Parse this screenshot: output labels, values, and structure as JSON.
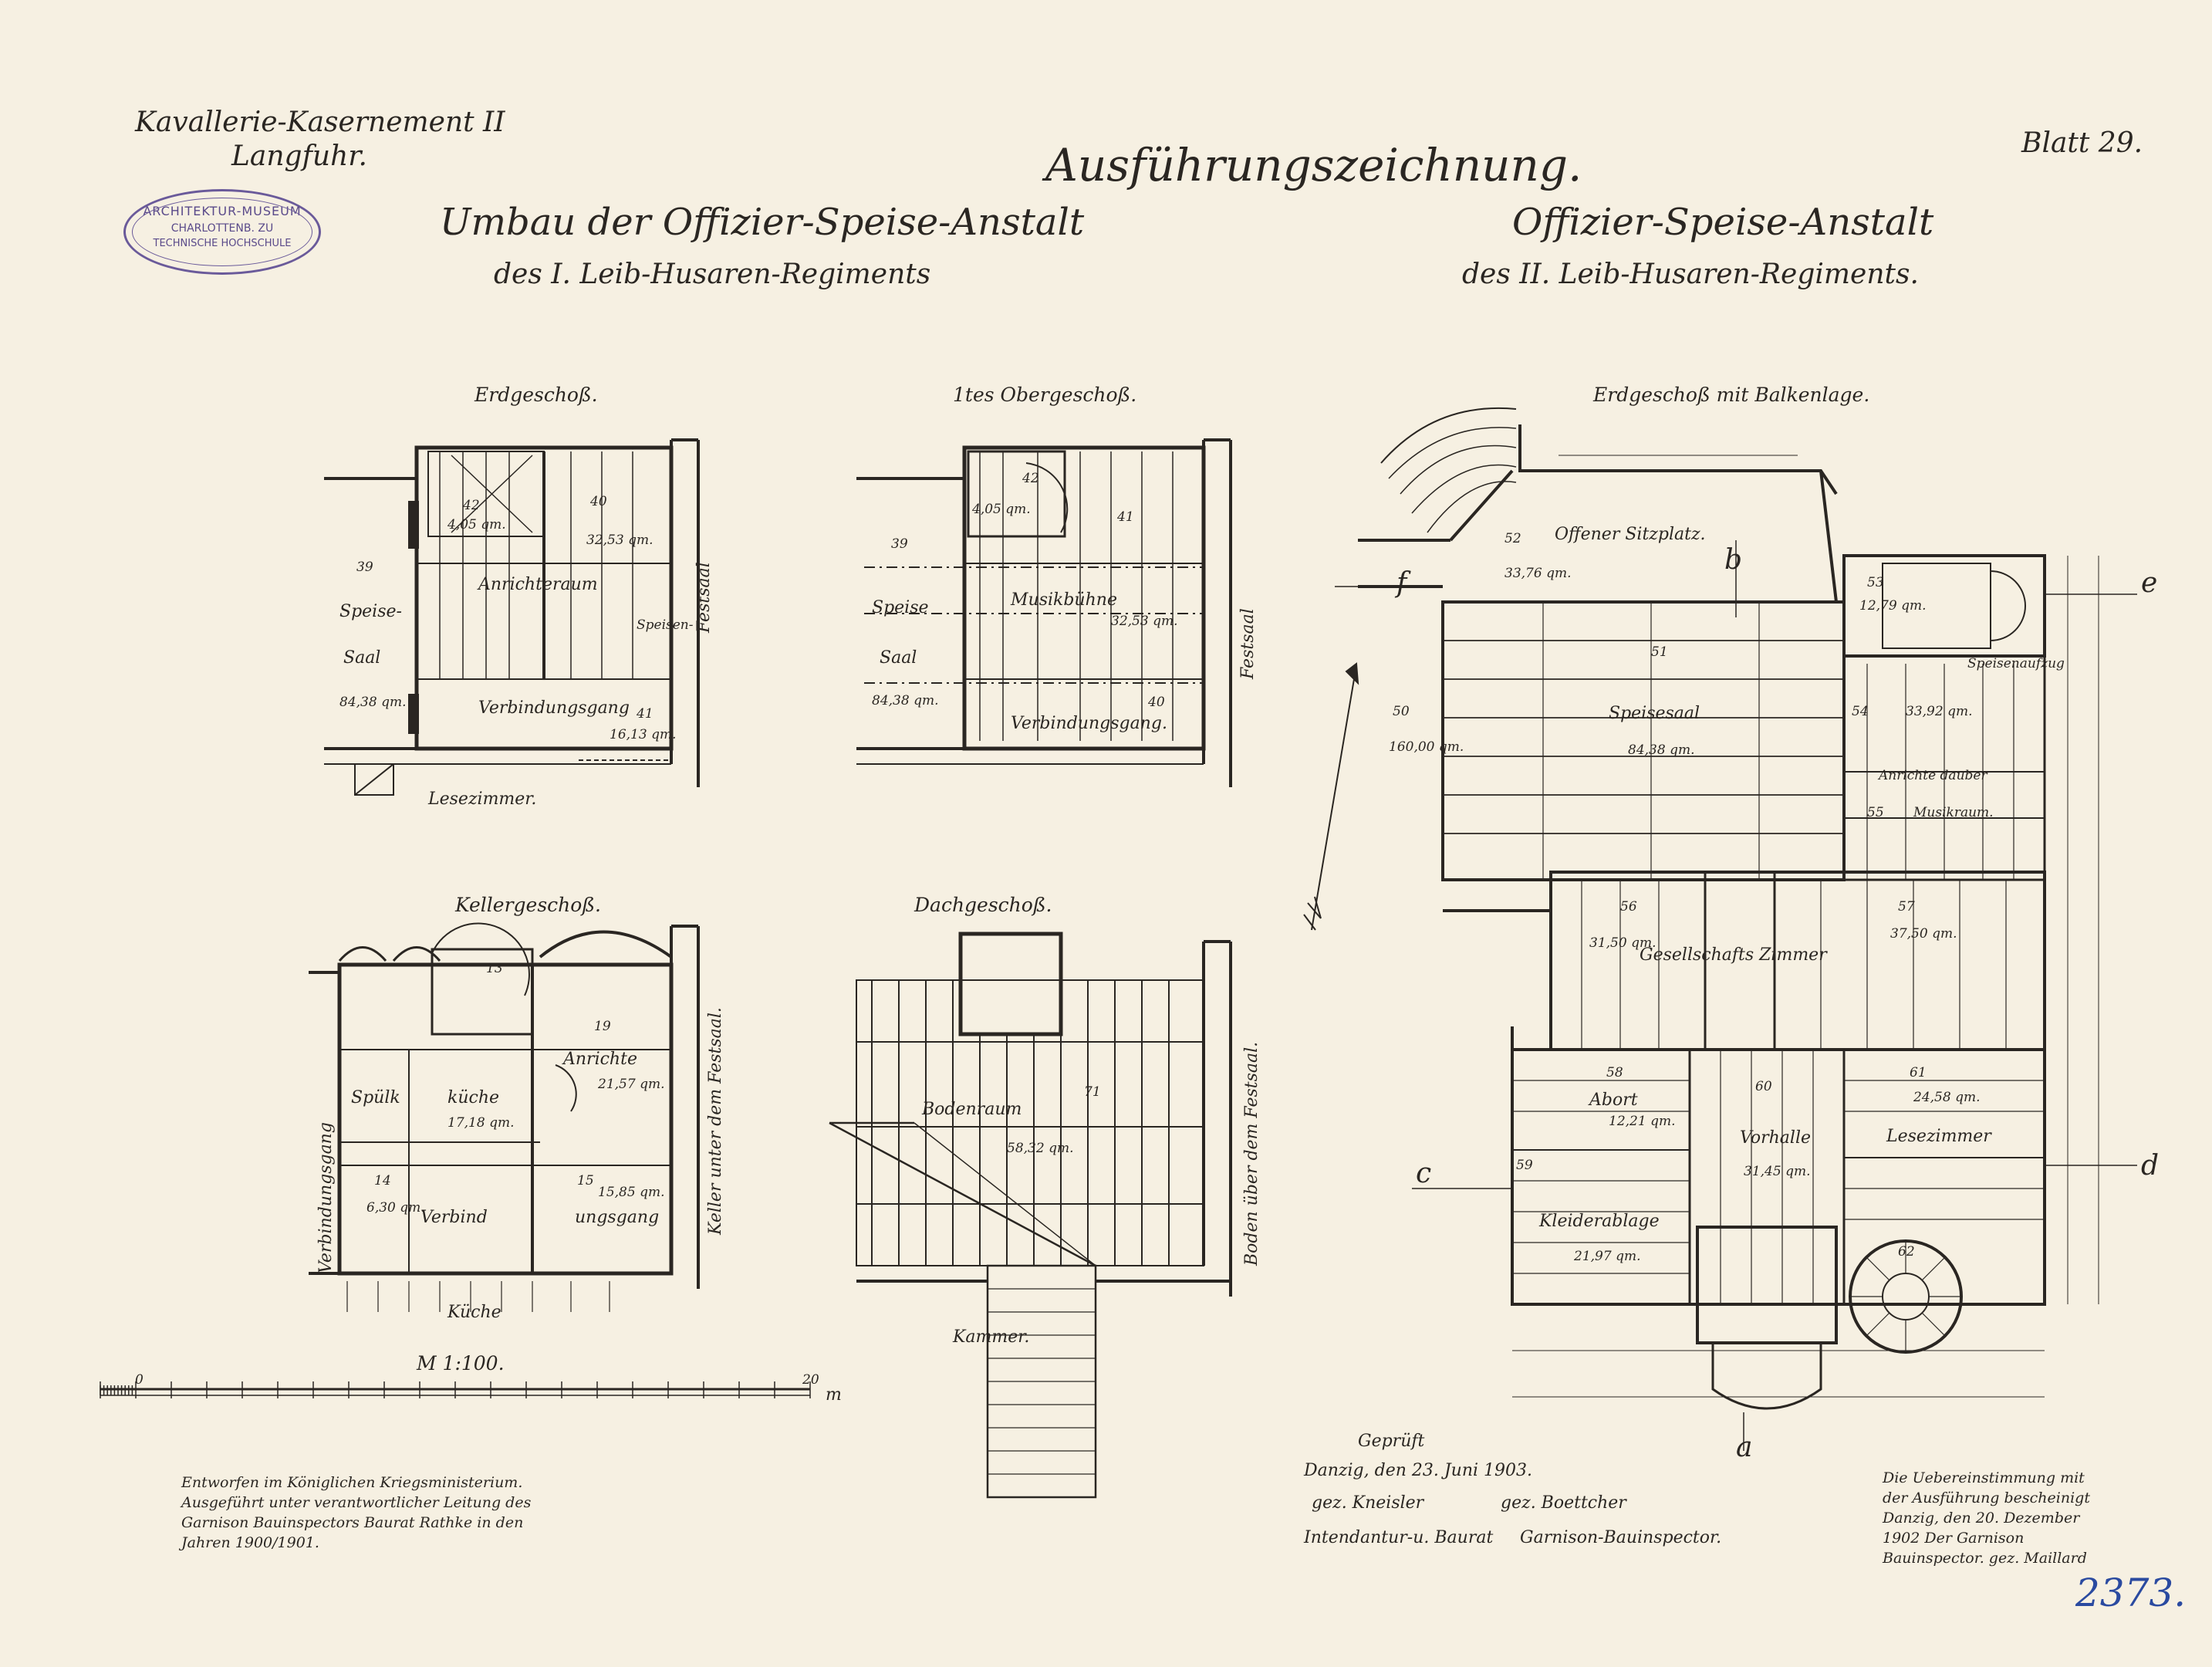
{
  "header": {
    "project_line1": "Kavallerie-Kasernement II",
    "project_line2": "Langfuhr.",
    "title": "Ausführungszeichnung.",
    "sheet": "Blatt 29.",
    "left_title": "Umbau der Offizier-Speise-Anstalt",
    "left_subtitle": "des I. Leib-Husaren-Regiments",
    "right_title": "Offizier-Speise-Anstalt",
    "right_subtitle": "des II. Leib-Husaren-Regiments."
  },
  "stamp": {
    "line1": "ARCHITEKTUR-MUSEUM",
    "line2": "CHARLOTTENB. ZU",
    "line3": "TECHNISCHE HOCHSCHULE"
  },
  "plans": {
    "erdgeschoss": {
      "title": "Erdgeschoß.",
      "rooms": [
        "Speise-",
        "Saal",
        "84,38 qm.",
        "Anrichteraum",
        "32,53 qm.",
        "Verbindungsgang",
        "16,13 qm.",
        "Lesezimmer.",
        "Festsaal",
        "Speisen-",
        "4,05 qm."
      ],
      "numbers": [
        "39",
        "42",
        "40",
        "41"
      ]
    },
    "obergeschoss": {
      "title": "1tes Obergeschoß.",
      "rooms": [
        "Speise",
        "Saal",
        "84,38 qm.",
        "Musikbühne",
        "32,53 qm.",
        "Verbindungsgang.",
        "Festsaal",
        "4,05 qm."
      ],
      "numbers": [
        "39",
        "42",
        "41",
        "40"
      ]
    },
    "kellergeschoss": {
      "title": "Kellergeschoß.",
      "rooms": [
        "Anrichte",
        "21,57 qm.",
        "Spülk",
        "küche",
        "17,18 qm.",
        "Verbind",
        "ungsgang",
        "15,85 qm.",
        "6,30 qm.",
        "Küche",
        "Verbindungsgang",
        "Keller unter dem Festsaal."
      ],
      "numbers": [
        "19",
        "13",
        "14",
        "15"
      ]
    },
    "dachgeschoss": {
      "title": "Dachgeschoß.",
      "rooms": [
        "Bodenraum",
        "58,32 qm.",
        "Kammer.",
        "Boden über dem Festsaal."
      ],
      "numbers": [
        "71"
      ]
    },
    "balkenlage": {
      "title": "Erdgeschoß mit Balkenlage.",
      "rooms": [
        "Offener Sitzplatz.",
        "33,76 qm.",
        "Speisesaal",
        "84,38 qm.",
        "Anrichte dauber",
        "33,92 qm.",
        "Musikraum.",
        "Gesellschafts Zimmer",
        "31,50 qm.",
        "37,50 qm.",
        "Abort",
        "12,21 qm.",
        "Vorhalle",
        "31,45 qm.",
        "Lesezimmer",
        "24,58 qm.",
        "Kleiderablage",
        "21,97 qm.",
        "160,00 qm.",
        "12,79 qm.",
        "Speisenaufzug"
      ],
      "numbers": [
        "52",
        "53",
        "51",
        "50",
        "54",
        "55",
        "56",
        "57",
        "58",
        "59",
        "60",
        "61",
        "62"
      ],
      "sections": [
        "f",
        "e",
        "c",
        "d",
        "a",
        "b"
      ]
    }
  },
  "scale": {
    "label": "M 1:100.",
    "unit": "m",
    "zero": "0",
    "end": "20"
  },
  "notes": {
    "left": "Entworfen im Königlichen Kriegsministerium. Ausgeführt unter verantwortlicher Leitung des Garnison Bauinspectors Baurat Rathke in den Jahren 1900/1901.",
    "center_line1": "Geprüft",
    "center_line2": "Danzig, den 23. Juni 1903.",
    "center_line3": "gez. Kneisler",
    "center_line4": "gez. Boettcher",
    "center_line5": "Intendantur-u. Baurat",
    "center_line6": "Garnison-Bauinspector.",
    "right": "Die Uebereinstimmung mit der Ausführung bescheinigt Danzig, den 20. Dezember 1902 Der Garnison Bauinspector. gez. Maillard"
  },
  "inventory_number": "2373."
}
